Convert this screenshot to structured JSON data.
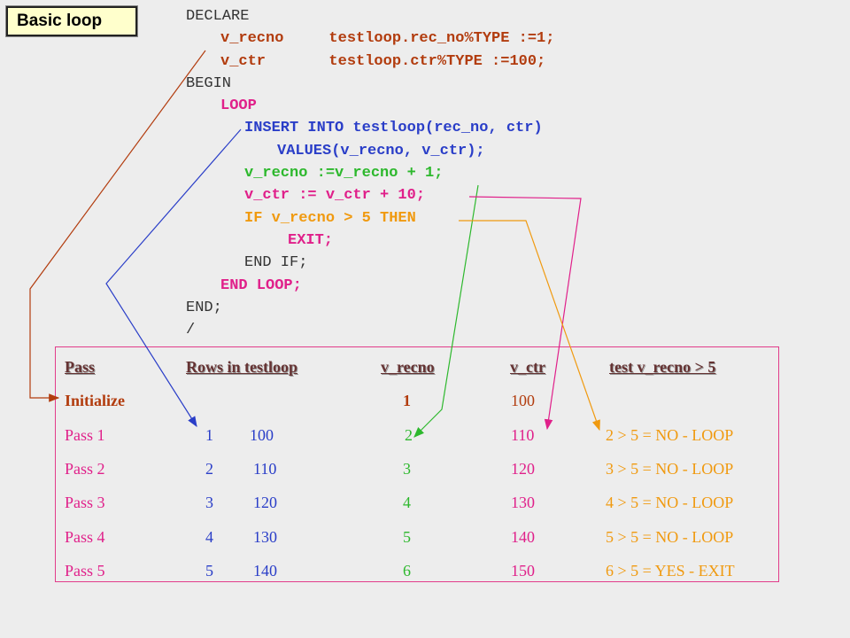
{
  "title": "Basic loop",
  "code": [
    {
      "text": "DECLARE",
      "color": "black",
      "indent": 0
    },
    {
      "text": "v_recno     testloop.rec_no%TYPE :=1;",
      "color": "brown",
      "indent": 1
    },
    {
      "text": "v_ctr       testloop.ctr%TYPE :=100;",
      "color": "brown",
      "indent": 1
    },
    {
      "text": "BEGIN",
      "color": "black",
      "indent": 0
    },
    {
      "text": "LOOP",
      "color": "magenta",
      "indent": 1
    },
    {
      "text": "INSERT INTO testloop(rec_no, ctr)",
      "color": "blue",
      "indent": 2
    },
    {
      "text": "VALUES(v_recno, v_ctr);",
      "color": "blue",
      "indent": 3
    },
    {
      "text": "v_recno :=v_recno + 1;",
      "color": "green",
      "indent": 2
    },
    {
      "text": "v_ctr := v_ctr + 10;",
      "color": "magenta",
      "indent": 2
    },
    {
      "text": "IF v_recno > 5 THEN",
      "color": "orange",
      "indent": 2
    },
    {
      "text": "EXIT;",
      "color": "magenta",
      "indent": 4
    },
    {
      "text": "END IF;",
      "color": "black",
      "indent": 2
    },
    {
      "text": "END LOOP;",
      "color": "magenta",
      "indent": 1
    },
    {
      "text": "END;",
      "color": "black",
      "indent": 0
    },
    {
      "text": "/",
      "color": "black",
      "indent": 0
    }
  ],
  "table": {
    "headers": {
      "pass": "Pass",
      "rows": "Rows in testloop",
      "recno": "v_recno",
      "ctr": "v_ctr",
      "test": "test v_recno > 5"
    },
    "rows": [
      {
        "pass": "Initialize",
        "rec": "",
        "val": "",
        "recno": "1",
        "ctr": "100",
        "test": ""
      },
      {
        "pass": "Pass 1",
        "rec": "1",
        "val": "100",
        "recno": "2",
        "ctr": "110",
        "test": "2 > 5 = NO - LOOP"
      },
      {
        "pass": "Pass 2",
        "rec": "2",
        "val": "110",
        "recno": "3",
        "ctr": "120",
        "test": "3 > 5 = NO - LOOP"
      },
      {
        "pass": "Pass 3",
        "rec": "3",
        "val": "120",
        "recno": "4",
        "ctr": "130",
        "test": "4 > 5 = NO - LOOP"
      },
      {
        "pass": "Pass 4",
        "rec": "4",
        "val": "130",
        "recno": "5",
        "ctr": "140",
        "test": "5 > 5 = NO - LOOP"
      },
      {
        "pass": "Pass 5",
        "rec": "5",
        "val": "140",
        "recno": "6",
        "ctr": "150",
        "test": "6 > 5 = YES - EXIT"
      }
    ]
  },
  "colors": {
    "black": "#333333",
    "brown": "#b23c0e",
    "magenta": "#e0208a",
    "blue": "#2a3ec8",
    "green": "#2db82d",
    "orange": "#f09a10"
  }
}
